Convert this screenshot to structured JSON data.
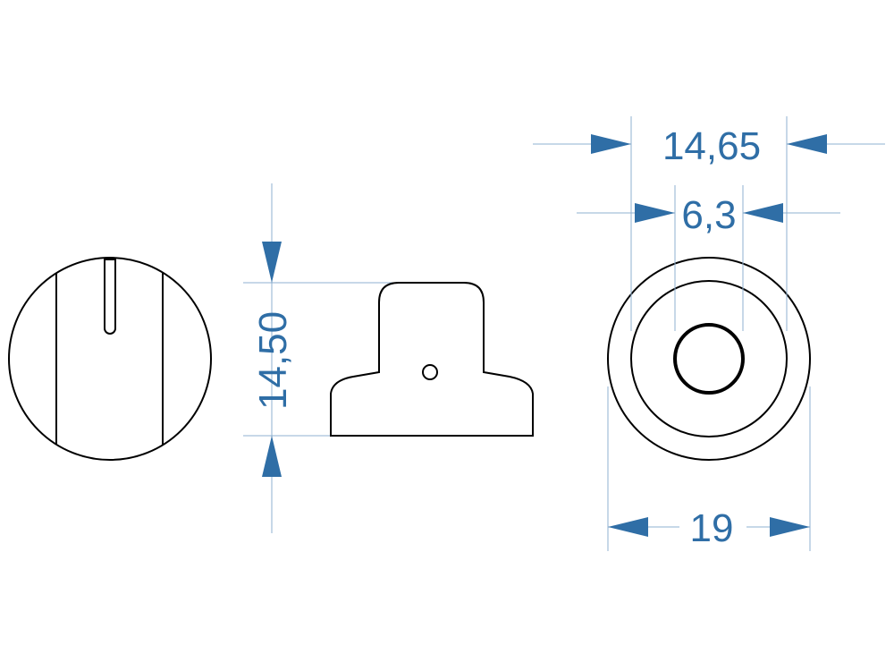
{
  "drawing": {
    "dimension_color": "#2f6ea6",
    "dimensions": {
      "height": "14,50",
      "outer_top": "14,65",
      "bore": "6,3",
      "diameter": "19"
    }
  }
}
